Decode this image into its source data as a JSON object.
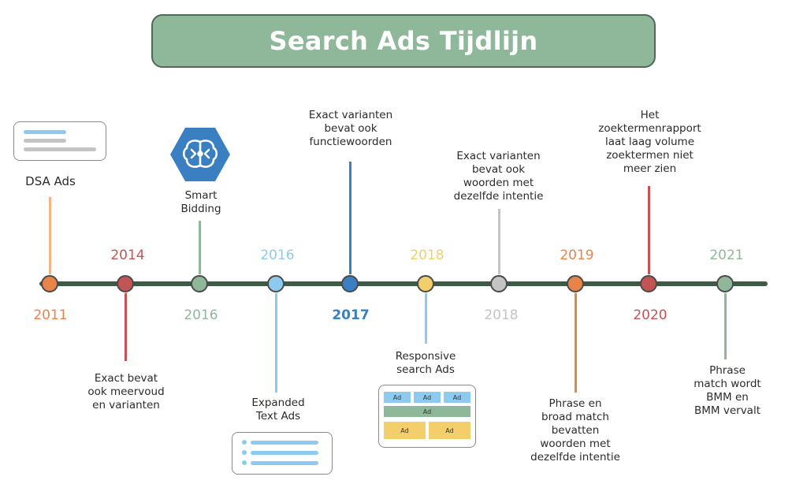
{
  "title": "Search Ads Tijdlijn",
  "colors": {
    "orange": "#e8834a",
    "red": "#c25454",
    "green": "#8fb89a",
    "lightblue": "#8ccbef",
    "blue": "#3a7fc1",
    "yellow": "#f3cf6b",
    "grey": "#c4c4c4",
    "line": "#3d5a45"
  },
  "events": [
    {
      "year": "2011",
      "label": "DSA Ads",
      "icon": "ad-card-icon"
    },
    {
      "year": "2014",
      "label": "Exact bevat\nook meervoud\nen varianten"
    },
    {
      "year": "2016",
      "label": "Smart\nBidding",
      "icon": "brain-hexagon-icon"
    },
    {
      "year": "2016",
      "label": "Expanded\nText Ads",
      "icon": "text-list-card-icon"
    },
    {
      "year": "2017",
      "label": "Exact varianten\nbevat ook\nfunctiewoorden"
    },
    {
      "year": "2018",
      "label": "Responsive\nsearch Ads",
      "icon": "ad-grid-icon"
    },
    {
      "year": "2018",
      "label": "Exact varianten\nbevat ook\nwoorden met\ndezelfde intentie"
    },
    {
      "year": "2019",
      "label": "Phrase en\nbroad match\nbevatten\nwoorden met\ndezelfde intentie"
    },
    {
      "year": "2020",
      "label": "Het\nzoektermenrapport\nlaat laag volume\nzoektermen niet\nmeer zien"
    },
    {
      "year": "2021",
      "label": "Phrase\nmatch wordt\nBMM en\nBMM vervalt"
    }
  ],
  "ad_grid": {
    "cell_label": "Ad"
  }
}
